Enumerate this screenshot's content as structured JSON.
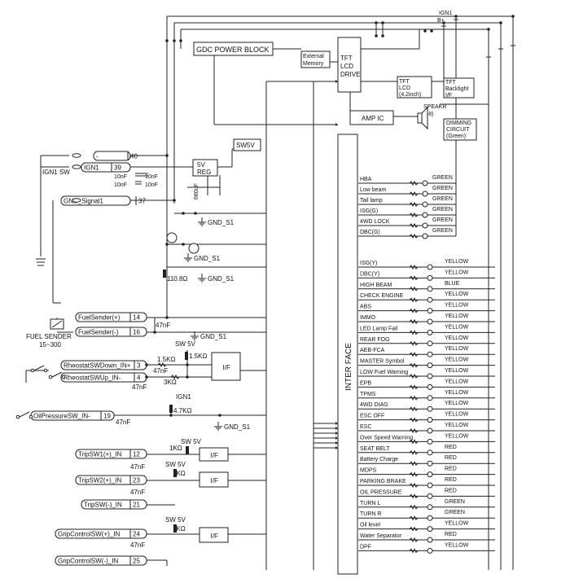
{
  "blocks": {
    "gdc_power_block": "GDC POWER BLOCK",
    "external_memory": [
      "External",
      "Memory"
    ],
    "tft_lcd_drive": [
      "TFT",
      "LCD",
      "DRIVE"
    ],
    "tft_lcd": [
      "TFT",
      "LCD",
      "(4.2inch)"
    ],
    "tft_backlight": [
      "TFT",
      "Backlight",
      "I/F"
    ],
    "amp_ic": "AMP IC",
    "speaker": [
      "SPEAKR",
      "(48)"
    ],
    "dimming": [
      "DIMMING",
      "CIRCUIT",
      "(Green)"
    ],
    "sw5v": "SW5V",
    "reg": [
      "5V",
      "REG"
    ],
    "interface": "INTER FACE",
    "if_label": "I/F"
  },
  "top_labels": {
    "ign1": "IGN1",
    "bplus": "B+"
  },
  "connectors": [
    {
      "name": "-",
      "pin": "40"
    },
    {
      "name": "IGN1",
      "pin": "39"
    },
    {
      "name": "GND_Signal1",
      "pin": "37"
    },
    {
      "name": "FuelSender(+)",
      "pin": "14"
    },
    {
      "name": "FuelSender(-)",
      "pin": "16"
    },
    {
      "name": "RheostatSWDown_IN+",
      "pin": "3"
    },
    {
      "name": "RheostatSWUp_IN-",
      "pin": "4"
    },
    {
      "name": "OilPressureSW_IN-",
      "pin": "19"
    },
    {
      "name": "TripSW1(+)_IN",
      "pin": "12"
    },
    {
      "name": "TripSW2(+)_IN",
      "pin": "23"
    },
    {
      "name": "TripSW(-)_IN",
      "pin": "21"
    },
    {
      "name": "GripControlSW(+)_IN",
      "pin": "24"
    },
    {
      "name": "GripControlSW(-)_IN",
      "pin": "25"
    }
  ],
  "components": {
    "ign1_sw": "IGN1 SW",
    "cap_10nf": "10nF",
    "cap_680uf": "680uF",
    "gnd_s1": "GND_S1",
    "r_110_8": "110.8Ω",
    "cap_47nf": "47nF",
    "fuel_sender": "FUEL SENDER",
    "fuel_range": "15~300",
    "sw_5v": "SW 5V",
    "r_1_5k": "1.5KΩ",
    "r_3k": "3KΩ",
    "r_4_7k": "4.7KΩ",
    "r_1k": "1KΩ",
    "ign1": "IGN1"
  },
  "indicators_top": [
    {
      "label": "HBA",
      "color": "GREEN"
    },
    {
      "label": "Low beam",
      "color": "GREEN"
    },
    {
      "label": "Tail lamp",
      "color": "GREEN"
    },
    {
      "label": "ISG(G)",
      "color": "GREEN"
    },
    {
      "label": "4WD LOCK",
      "color": "GREEN"
    },
    {
      "label": "DBC(G)",
      "color": "GREEN"
    }
  ],
  "indicators": [
    {
      "label": "ISG(Y)",
      "color": "YELLOW"
    },
    {
      "label": "DBC(Y)",
      "color": "YELLOW"
    },
    {
      "label": "HIGH BEAM",
      "color": "BLUE"
    },
    {
      "label": "CHECK ENGINE",
      "color": "YELLOW"
    },
    {
      "label": "ABS",
      "color": "YELLOW"
    },
    {
      "label": "IMMO",
      "color": "YELLOW"
    },
    {
      "label": "LED Lamp Fail",
      "color": "YELLOW"
    },
    {
      "label": "REAR FOG",
      "color": "YELLOW"
    },
    {
      "label": "AEB-FCA",
      "color": "YELLOW"
    },
    {
      "label": "MASTER Symbol",
      "color": "YELLOW"
    },
    {
      "label": "LOW Fuel Warning",
      "color": "YELLOW"
    },
    {
      "label": "EPB",
      "color": "YELLOW"
    },
    {
      "label": "TPMS",
      "color": "YELLOW"
    },
    {
      "label": "4WD DIAG",
      "color": "YELLOW"
    },
    {
      "label": "ESC OFF",
      "color": "YELLOW"
    },
    {
      "label": "ESC",
      "color": "YELLOW"
    },
    {
      "label": "Over Speed Warning",
      "color": "YELLOW"
    },
    {
      "label": "SEAT BELT",
      "color": "RED"
    },
    {
      "label": "Battery Charge",
      "color": "RED"
    },
    {
      "label": "MDPS",
      "color": "RED"
    },
    {
      "label": "PARKING BRAKE",
      "color": "RED"
    },
    {
      "label": "OIL PRESSURE",
      "color": "RED"
    },
    {
      "label": "TURN L",
      "color": "GREEN"
    },
    {
      "label": "TURN R",
      "color": "GREEN"
    },
    {
      "label": "Oil level",
      "color": "YELLOW"
    },
    {
      "label": "Water Separator",
      "color": "RED"
    },
    {
      "label": "DPF",
      "color": "YELLOW"
    }
  ]
}
